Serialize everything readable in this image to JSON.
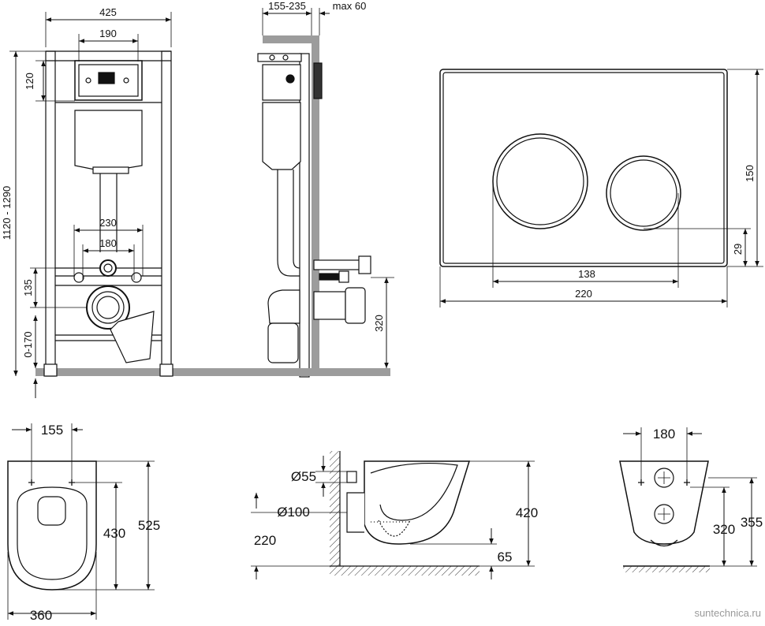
{
  "installation_front": {
    "width_425": "425",
    "width_190": "190",
    "height_120": "120",
    "height_range": "1120 - 1290",
    "width_230": "230",
    "width_180": "180",
    "height_135": "135",
    "height_0_170": "0-170"
  },
  "installation_side": {
    "depth_range": "155-235",
    "wall_max": "max 60",
    "height_320": "320"
  },
  "flush_plate": {
    "height_150": "150",
    "height_29": "29",
    "width_138": "138",
    "width_220": "220"
  },
  "bowl_top": {
    "width_155": "155",
    "length_430": "430",
    "length_525": "525",
    "width_360": "360"
  },
  "bowl_side": {
    "dia_55": "Ø55",
    "dia_100": "Ø100",
    "height_420": "420",
    "height_220": "220",
    "height_65": "65"
  },
  "bowl_back": {
    "width_180": "180",
    "height_320": "320",
    "height_355": "355"
  },
  "watermark": "suntechnica.ru"
}
